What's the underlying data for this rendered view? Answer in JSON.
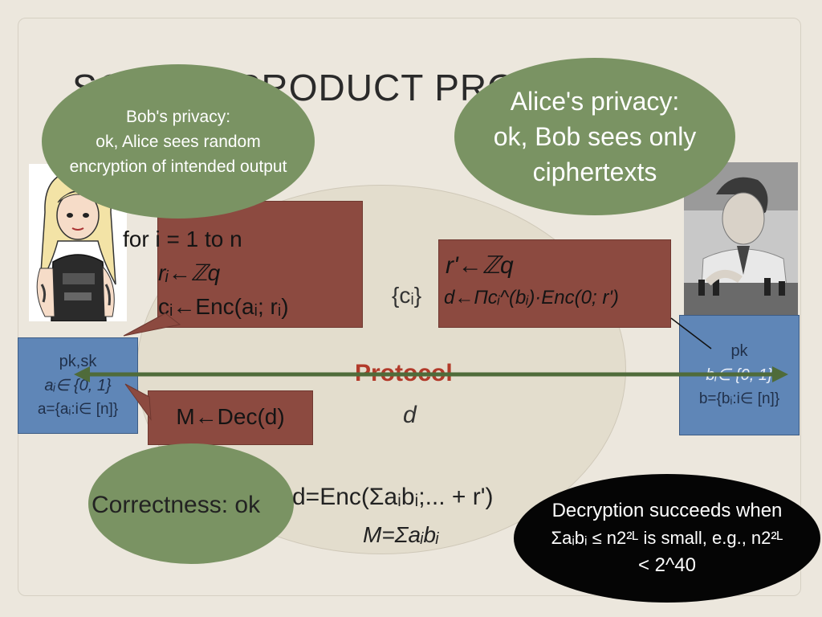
{
  "slide": {
    "title": "SCALAR PRODUCT PROTOCOL"
  },
  "bubbles": {
    "bob_privacy": {
      "line1": "Bob's privacy:",
      "line2": "ok, Alice sees random",
      "line3": "encryption of intended output"
    },
    "alice_privacy": {
      "line1": "Alice's privacy:",
      "line2": "ok, Bob sees only",
      "line3": "ciphertexts"
    },
    "correctness": {
      "label": "Correctness: ok"
    }
  },
  "alice": {
    "keys": "pk,sk",
    "ai": "aᵢ∈ {0, 1}",
    "a_set": "a={aᵢ:i∈ [n]}"
  },
  "bob": {
    "keys": "pk",
    "bi": "bᵢ∈ {0, 1}",
    "b_set": "b={bᵢ:i∈ [n]}"
  },
  "alice_compute": {
    "loop": "for i = 1 to n",
    "ri": "rᵢ←ℤq",
    "ci": "cᵢ←Enc(aᵢ; rᵢ)"
  },
  "bob_compute": {
    "rprime": "r'←ℤq",
    "ci_set": "{cᵢ}",
    "d": "d←Πcᵢ^(bᵢ)·Enc(0; r')"
  },
  "protocol": {
    "label": "Protocol",
    "response": "d"
  },
  "decrypt": {
    "m": "M←Dec(d)"
  },
  "equations": {
    "d_eq": "d=Enc(Σaᵢbᵢ;... + r')",
    "m_eq": "M=Σaᵢbᵢ"
  },
  "decryption_note": {
    "line1": "Decryption succeeds when",
    "line2": "Σaᵢbᵢ ≤ n2²ᴸ is small, e.g., n2²ᴸ",
    "line3": "< 2^40"
  },
  "colors": {
    "background": "#ece7dd",
    "green_bubble": "#7a9363",
    "party_box": "#5f86b7",
    "callout": "#8c4a40",
    "protocol_red": "#b23a2a",
    "arrow_green": "#4f6b3a"
  }
}
